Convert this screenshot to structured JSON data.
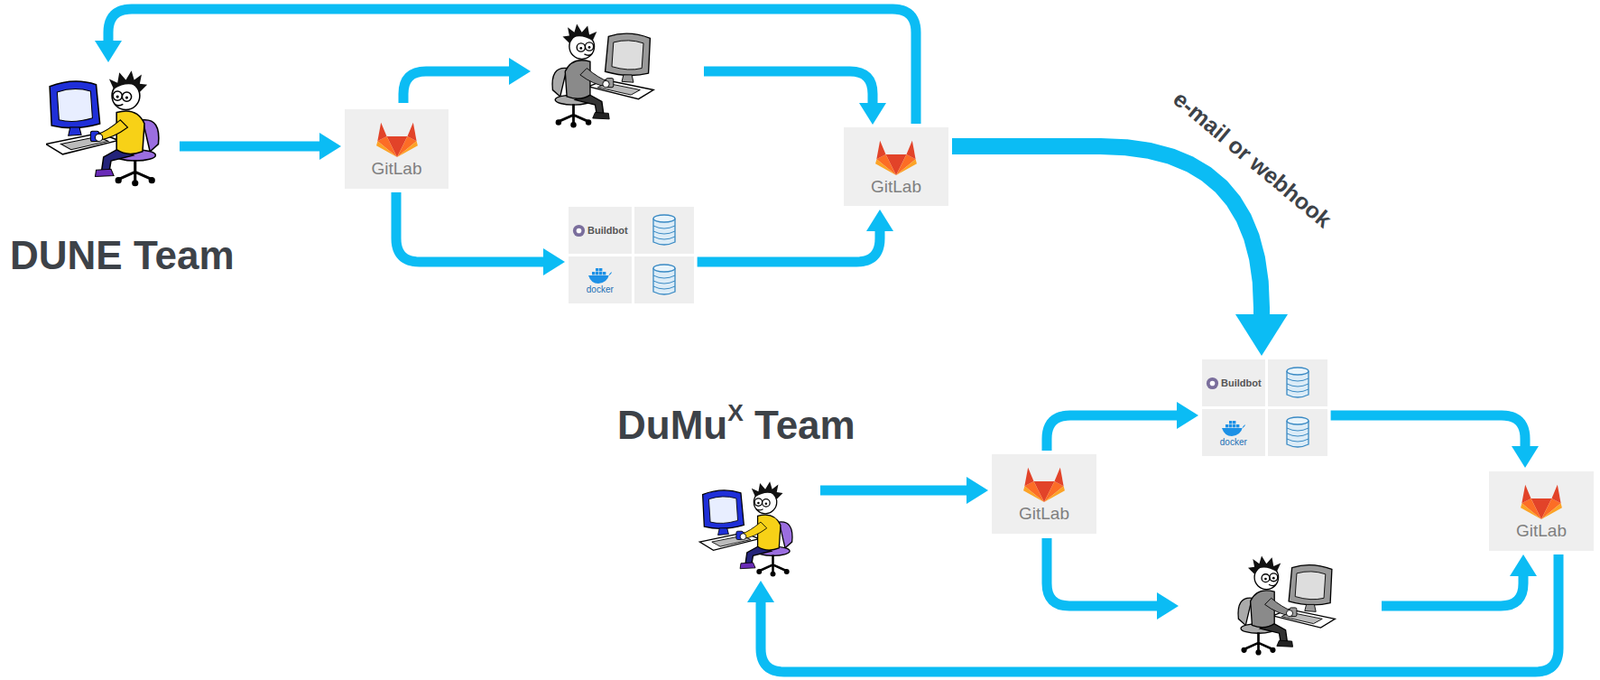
{
  "diagram": {
    "nodes": [
      {
        "text": [
          "DUNE Team"
        ]
      },
      {
        "text": [
          "GitLab"
        ]
      },
      {
        "text": [
          "Buildbot",
          "docker"
        ]
      },
      {
        "text": [
          "GitLab"
        ]
      },
      {
        "text": [
          "DuMuX Team"
        ]
      },
      {
        "text": [
          "GitLab"
        ]
      },
      {
        "text": [
          "Buildbot",
          "docker"
        ]
      },
      {
        "text": [
          "GitLab"
        ]
      }
    ],
    "edges": [
      {
        "from": 0,
        "to": 1,
        "arrow": "to"
      },
      {
        "from": 1,
        "to": 2,
        "arrow": "to"
      },
      {
        "from": 2,
        "to": 3,
        "arrow": "to"
      },
      {
        "from": 3,
        "to": 0,
        "arrow": "to"
      },
      {
        "from": 3,
        "to": 6,
        "label": "e-mail or webhook",
        "arrow": "to"
      },
      {
        "from": 4,
        "to": 5,
        "arrow": "to"
      },
      {
        "from": 5,
        "to": 6,
        "arrow": "to"
      },
      {
        "from": 6,
        "to": 7,
        "arrow": "to"
      },
      {
        "from": 7,
        "to": 4,
        "arrow": "to"
      }
    ]
  }
}
